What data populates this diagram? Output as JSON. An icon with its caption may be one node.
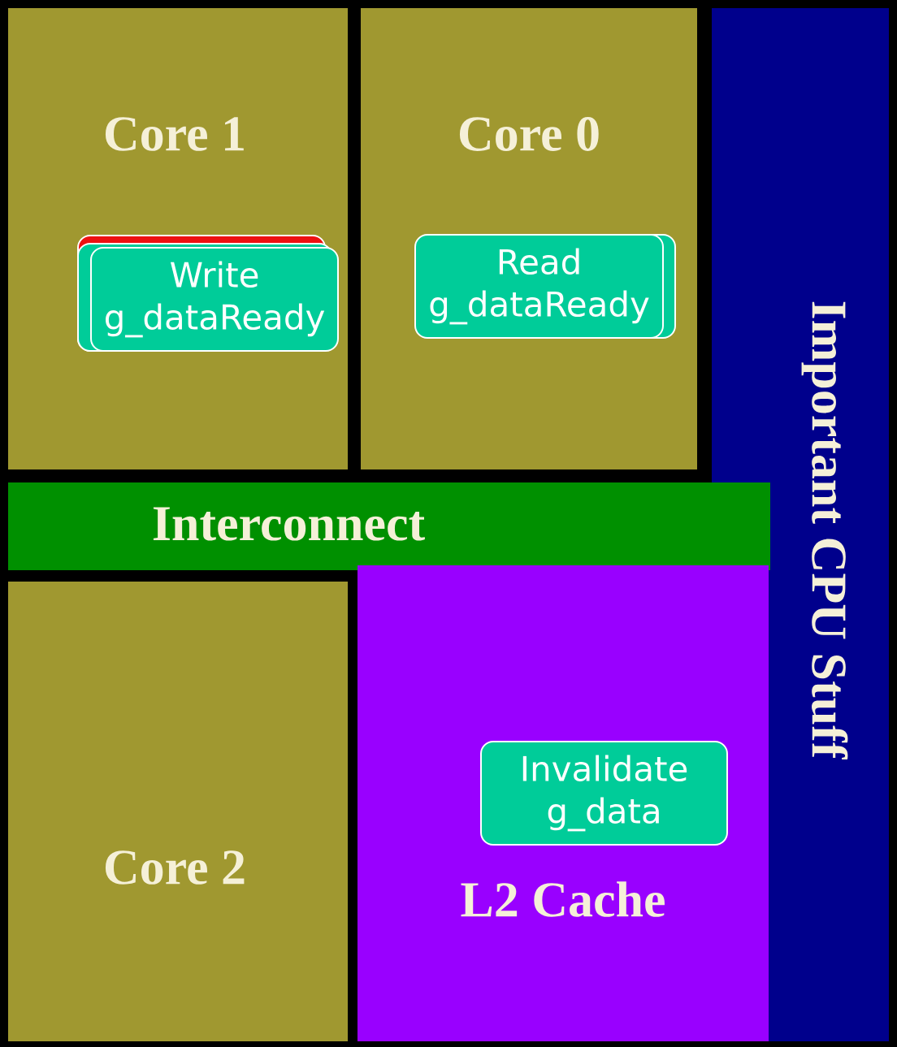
{
  "diagram": {
    "nodes": [
      {
        "text": [
          "Core 1"
        ]
      },
      {
        "text": [
          "Write g_dataReady"
        ],
        "in": 0
      },
      {
        "text": [
          "Core 0"
        ]
      },
      {
        "text": [
          "Read g_dataReady"
        ],
        "in": 2
      },
      {
        "text": [
          "Important CPU Stuff"
        ]
      },
      {
        "text": [
          "Interconnect"
        ]
      },
      {
        "text": [
          "Core 2"
        ]
      },
      {
        "text": [
          "L2 Cache"
        ]
      },
      {
        "text": [
          "Invalidate g_data"
        ],
        "in": 7
      }
    ]
  }
}
